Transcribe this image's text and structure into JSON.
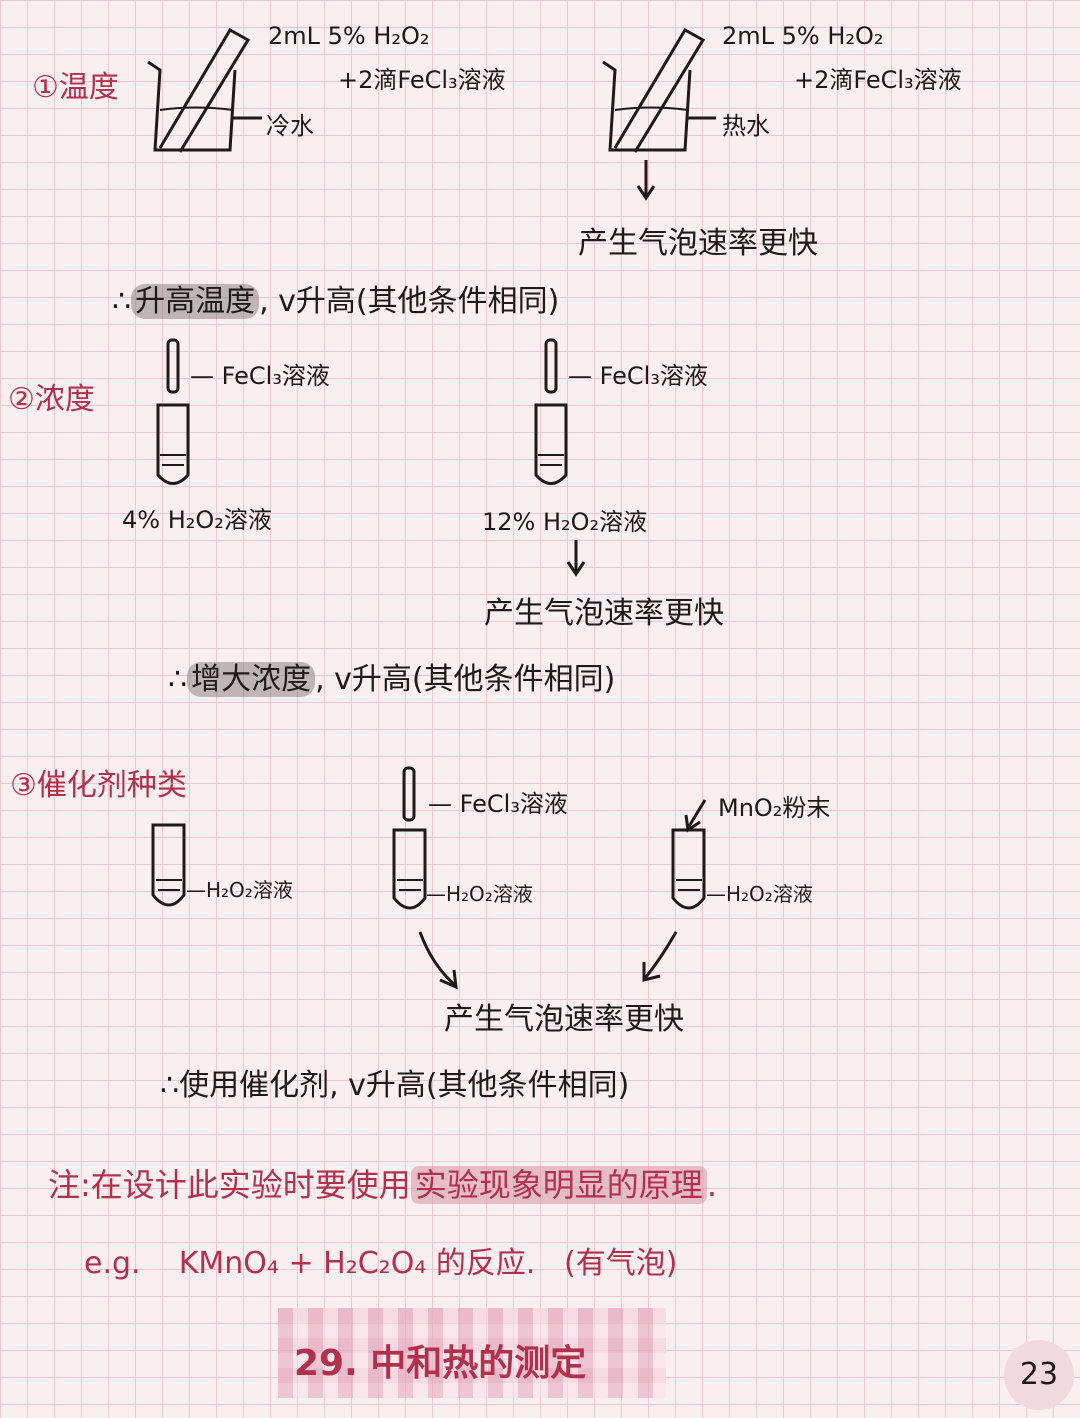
{
  "section1": {
    "heading": "①温度",
    "left_reagent_line1": "2mL 5% H₂O₂",
    "left_reagent_line2": "+2滴FeCl₃溶液",
    "left_bath": "冷水",
    "right_reagent_line1": "2mL 5% H₂O₂",
    "right_reagent_line2": "+2滴FeCl₃溶液",
    "right_bath": "热水",
    "result": "产生气泡速率更快",
    "conclusion_prefix": "∴",
    "conclusion_highlight": "升高温度",
    "conclusion_rest": ", v升高(其他条件相同)"
  },
  "section2": {
    "heading": "②浓度",
    "left_dropper": "— FeCl₃溶液",
    "left_solution": "4% H₂O₂溶液",
    "right_dropper": "— FeCl₃溶液",
    "right_solution": "12% H₂O₂溶液",
    "result": "产生气泡速率更快",
    "conclusion_prefix": "∴",
    "conclusion_highlight": "增大浓度",
    "conclusion_rest": ", v升高(其他条件相同)"
  },
  "section3": {
    "heading": "③催化剂种类",
    "tube1_label": "—H₂O₂溶液",
    "tube2_dropper": "— FeCl₃溶液",
    "tube2_label": "—H₂O₂溶液",
    "tube3_additive": "MnO₂粉末",
    "tube3_label": "—H₂O₂溶液",
    "result": "产生气泡速率更快",
    "conclusion": "∴使用催化剂, v升高(其他条件相同)"
  },
  "note": {
    "prefix": "注:在设计此实验时要使用",
    "highlight": "实验现象明显的原理",
    "suffix": ".",
    "example_label": "e.g.",
    "example": "KMnO₄ + H₂C₂O₄ 的反应.",
    "example_note": "(有气泡)"
  },
  "next_title": "29. 中和热的测定",
  "page_number": "23"
}
